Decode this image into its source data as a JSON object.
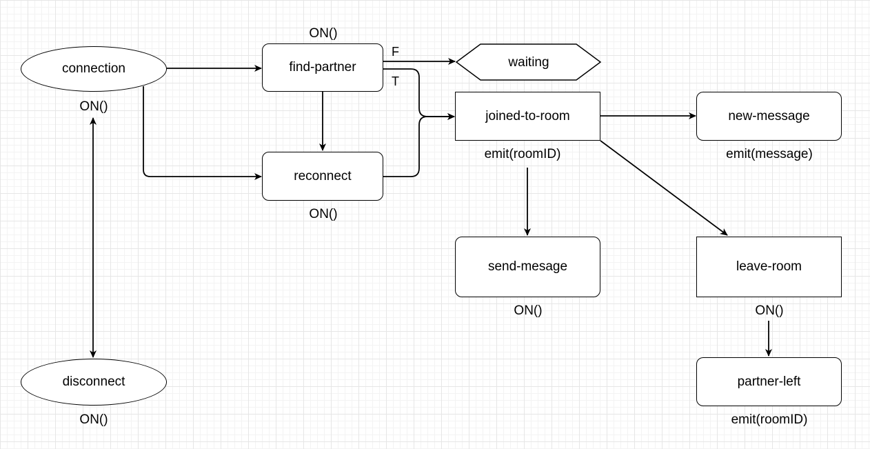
{
  "nodes": {
    "connection": "connection",
    "disconnect": "disconnect",
    "find_partner": "find-partner",
    "reconnect": "reconnect",
    "waiting": "waiting",
    "joined_to_room": "joined-to-room",
    "new_message": "new-message",
    "send_mesage": "send-mesage",
    "leave_room": "leave-room",
    "partner_left": "partner-left"
  },
  "annotations": {
    "connection": "ON()",
    "disconnect": "ON()",
    "find_partner": "ON()",
    "reconnect": "ON()",
    "joined_to_room": "emit(roomID)",
    "new_message": "emit(message)",
    "send_mesage": "ON()",
    "leave_room": "ON()",
    "partner_left": "emit(roomID)"
  },
  "edge_labels": {
    "false_branch": "F",
    "true_branch": "T"
  }
}
